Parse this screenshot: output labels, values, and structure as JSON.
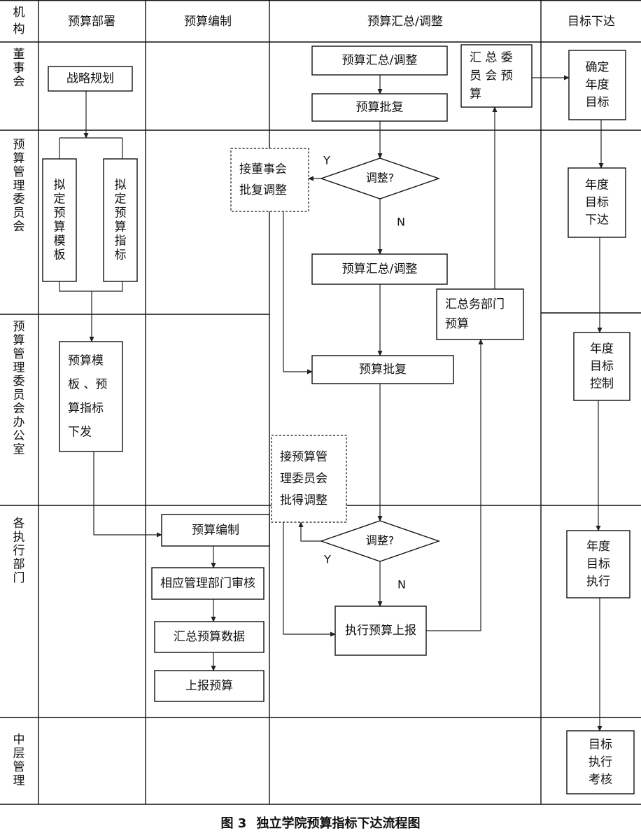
{
  "diagram": {
    "corner_label": [
      "机",
      "构"
    ],
    "columns": {
      "col_budget_deploy": "预算部署",
      "col_budget_compile": "预算编制",
      "col_budget_summary": "预算汇总/调整",
      "col_target_issue": "目标下达"
    },
    "rows": {
      "row_board": [
        "董",
        "事",
        "会"
      ],
      "row_committee": [
        "预",
        "算",
        "管",
        "理",
        "委",
        "员",
        "会"
      ],
      "row_committee_office": [
        "预",
        "算",
        "管",
        "理",
        "委",
        "员",
        "会",
        "办",
        "公",
        "室"
      ],
      "row_departments": [
        "各",
        "执",
        "行",
        "部",
        "门"
      ],
      "row_middle_mgmt": [
        "中",
        "层",
        "管",
        "理"
      ]
    },
    "nodes": {
      "strategic_planning": [
        "战略规划"
      ],
      "draft_template": [
        "拟",
        "定",
        "预",
        "算",
        "模",
        "板"
      ],
      "draft_indicators": [
        "拟",
        "定",
        "预",
        "算",
        "指",
        "标"
      ],
      "issue_template": [
        "预算模",
        "板 、预",
        "算指标",
        "下发"
      ],
      "summary_board": [
        "预算汇总/调整"
      ],
      "approval_board": [
        "预算批复"
      ],
      "summary_committee_doc": [
        "汇 总 委",
        "员 会 预",
        "算"
      ],
      "adjust_board": [
        "接董事会",
        "批复调整"
      ],
      "decision_1": [
        "调整?"
      ],
      "summary_committee": [
        "预算汇总/调整"
      ],
      "summary_dept_doc": [
        "汇总务部门",
        "预算"
      ],
      "approval_office": [
        "预算批复"
      ],
      "adjust_committee": [
        "接预算管",
        "理委员会",
        "批得调整"
      ],
      "decision_2": [
        "调整?"
      ],
      "compile": [
        "预算编制"
      ],
      "review": [
        "相应管理部门审核"
      ],
      "summarize_data": [
        "汇总预算数据"
      ],
      "submit": [
        "上报预算"
      ],
      "execute_submit": [
        "执行预算上报"
      ],
      "annual_target": [
        "确定",
        "年度",
        "目标"
      ],
      "issue_target": [
        "年度",
        "目标",
        "下达"
      ],
      "control_target": [
        "年度",
        "目标",
        "控制"
      ],
      "execute_target": [
        "年度",
        "目标",
        "执行"
      ],
      "assess_target": [
        "目标",
        "执行",
        "考核"
      ]
    },
    "edge_labels": {
      "y1": "Y",
      "n1": "N",
      "y2": "Y",
      "n2": "N"
    }
  },
  "caption": {
    "figure_no": "图 3",
    "title": "独立学院预算指标下达流程图"
  }
}
